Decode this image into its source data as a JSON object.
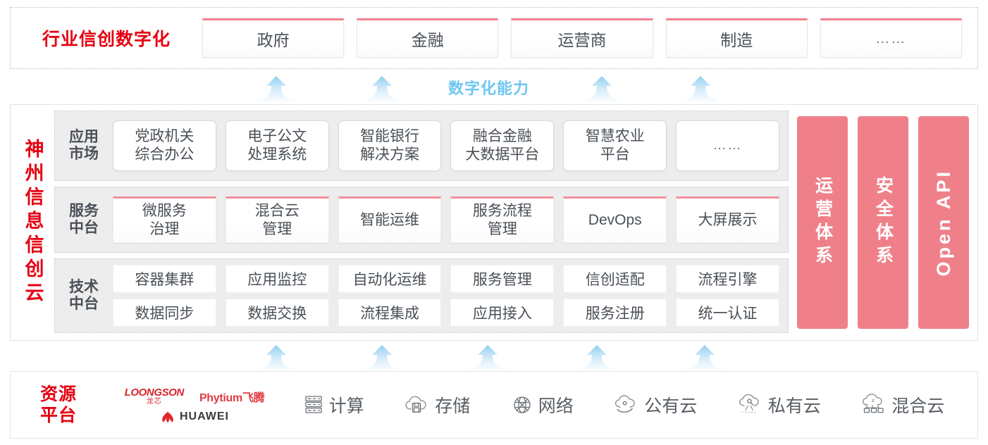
{
  "industry": {
    "title": "行业信创数字化",
    "cards": [
      {
        "label": "政府"
      },
      {
        "label": "金融"
      },
      {
        "label": "运营商"
      },
      {
        "label": "制造"
      },
      {
        "label": "……"
      }
    ]
  },
  "capability": {
    "label": "数字化能力",
    "color": "#6ec6f2",
    "top_arrow_count": 4,
    "bottom_arrow_count": 5
  },
  "cloud": {
    "title": "神州信息信创云",
    "title_color": "#e60012",
    "tiers": [
      {
        "label": "应用\n市场",
        "name": "application-market",
        "cards": [
          {
            "label": "党政机关\n综合办公"
          },
          {
            "label": "电子公文\n处理系统"
          },
          {
            "label": "智能银行\n解决方案"
          },
          {
            "label": "融合金融\n大数据平台"
          },
          {
            "label": "智慧农业\n平台"
          },
          {
            "label": "……"
          }
        ]
      },
      {
        "label": "服务\n中台",
        "name": "service-platform",
        "cards": [
          {
            "label": "微服务\n治理"
          },
          {
            "label": "混合云\n管理"
          },
          {
            "label": "智能运维"
          },
          {
            "label": "服务流程\n管理"
          },
          {
            "label": "DevOps"
          },
          {
            "label": "大屏展示"
          }
        ]
      },
      {
        "label": "技术\n中台",
        "name": "technology-platform",
        "rows": [
          [
            {
              "label": "容器集群"
            },
            {
              "label": "应用监控"
            },
            {
              "label": "自动化运维"
            },
            {
              "label": "服务管理"
            },
            {
              "label": "信创适配"
            },
            {
              "label": "流程引擎"
            }
          ],
          [
            {
              "label": "数据同步"
            },
            {
              "label": "数据交换"
            },
            {
              "label": "流程集成"
            },
            {
              "label": "应用接入"
            },
            {
              "label": "服务注册"
            },
            {
              "label": "统一认证"
            }
          ]
        ]
      }
    ],
    "pillars": [
      {
        "label": "运营体系",
        "latin": false
      },
      {
        "label": "安全体系",
        "latin": false
      },
      {
        "label": "Open API",
        "latin": true
      }
    ],
    "pillar_color": "#ef8089"
  },
  "resource": {
    "title": "资源\n平台",
    "title_color": "#e60012",
    "vendors": [
      {
        "name": "loongson",
        "en": "LOONGSON",
        "cn": "龙芯"
      },
      {
        "name": "phytium",
        "text": "Phytium飞腾"
      },
      {
        "name": "huawei",
        "text": "HUAWEI"
      }
    ],
    "items": [
      {
        "label": "计算",
        "icon": "server-icon"
      },
      {
        "label": "存储",
        "icon": "cloud-storage-icon"
      },
      {
        "label": "网络",
        "icon": "network-icon"
      },
      {
        "label": "公有云",
        "icon": "public-cloud-icon"
      },
      {
        "label": "私有云",
        "icon": "private-cloud-icon"
      },
      {
        "label": "混合云",
        "icon": "hybrid-cloud-icon"
      }
    ]
  }
}
